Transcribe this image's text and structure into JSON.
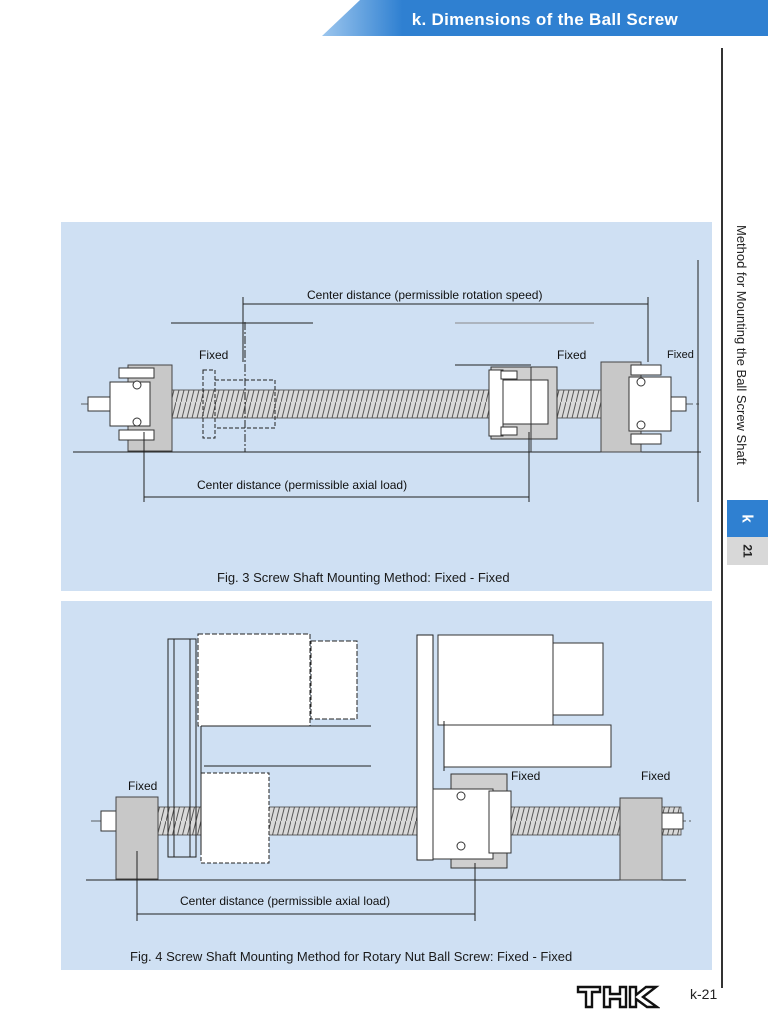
{
  "header": {
    "section_title": "k. Dimensions of the Ball Screw",
    "colors": {
      "banner_blue": "#2f80d1",
      "panel_bg": "#cfe0f3"
    }
  },
  "side_tab": {
    "vertical_text": "Method for Mounting the Ball Screw Shaft",
    "letter": "k",
    "number": "21"
  },
  "figure3": {
    "caption": "Fig. 3 Screw Shaft Mounting Method: Fixed - Fixed",
    "label_fixed_left": "Fixed",
    "label_fixed_mid": "Fixed",
    "label_fixed_right": "Fixed",
    "dim_top": "Center distance (permissible rotation speed)",
    "dim_bottom": "Center distance (permissible axial load)"
  },
  "figure4": {
    "caption": "Fig. 4 Screw Shaft Mounting Method for Rotary Nut Ball Screw: Fixed - Fixed",
    "label_fixed_left": "Fixed",
    "label_fixed_mid": "Fixed",
    "label_fixed_right": "Fixed",
    "dim_bottom": "Center distance (permissible axial load)"
  },
  "footer": {
    "logo_text": "THK",
    "page_number": "k-21"
  }
}
